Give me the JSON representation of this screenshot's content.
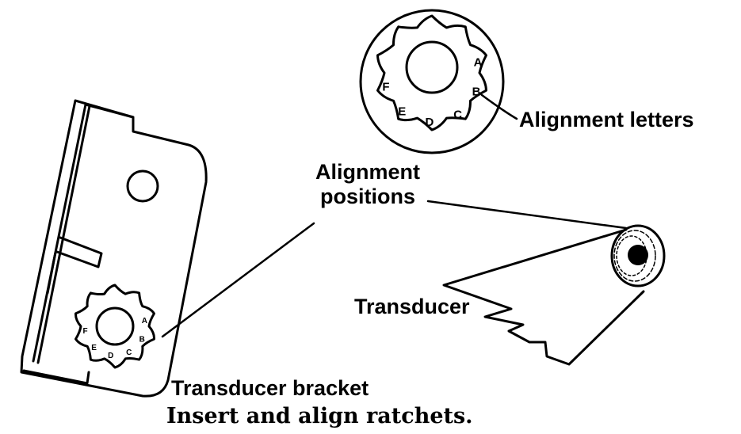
{
  "labels": {
    "alignment_letters": "Alignment letters",
    "alignment_positions_line1": "Alignment",
    "alignment_positions_line2": "positions",
    "transducer": "Transducer",
    "transducer_bracket": "Transducer bracket"
  },
  "caption": "Insert and align ratchets.",
  "ratchet_letters": [
    "A",
    "B",
    "C",
    "D",
    "E",
    "F"
  ],
  "colors": {
    "ink": "#000000",
    "paper": "#ffffff"
  }
}
